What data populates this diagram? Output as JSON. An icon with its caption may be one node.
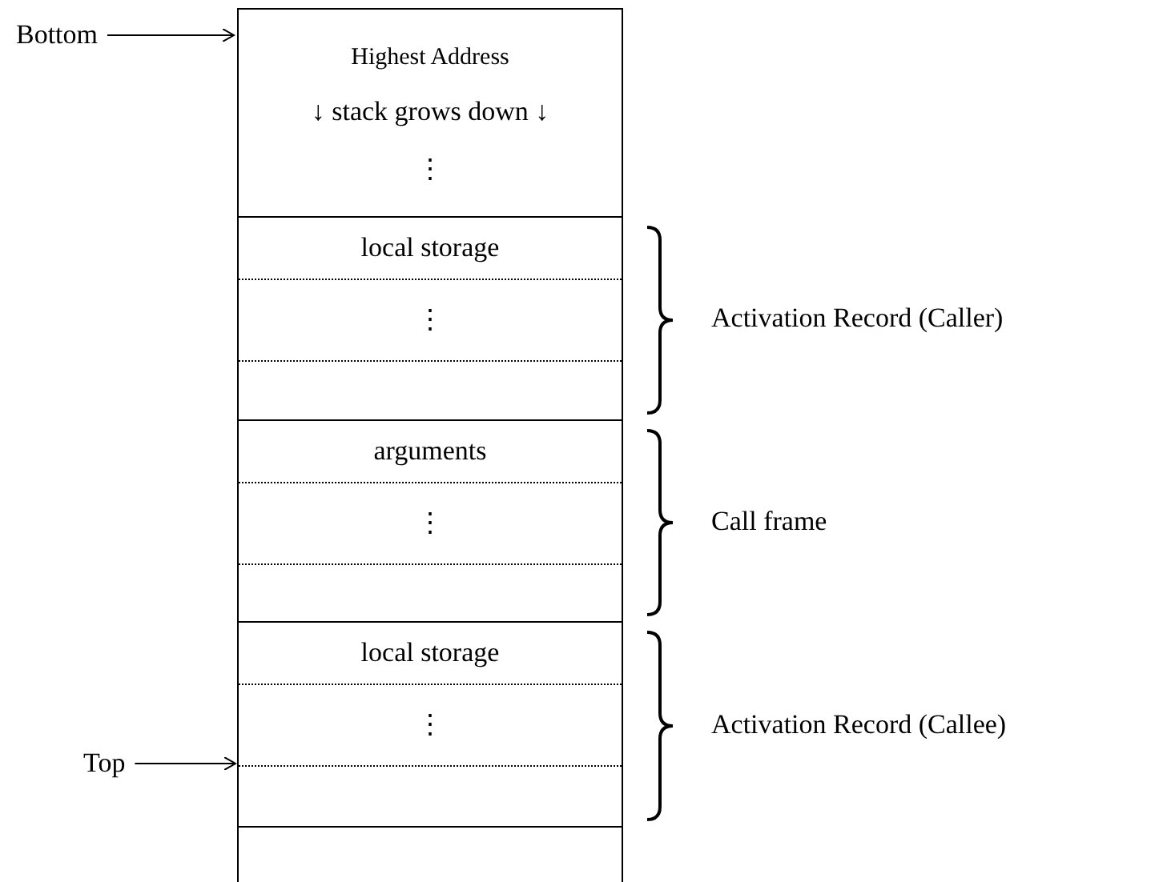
{
  "diagram": {
    "nodes": [
      {
        "text": [
          "Bottom"
        ]
      },
      {
        "text": [
          "Highest Address",
          "↓ stack grows down ↓",
          "⋮"
        ]
      },
      {
        "text": [],
        "shape": "box",
        "beside": [
          "Activation Record (Caller)"
        ]
      },
      {
        "text": [
          "local storage"
        ],
        "in": 2
      },
      {
        "text": [
          "⋮"
        ],
        "in": 2
      },
      {
        "text": [],
        "shape": "box",
        "in": 2
      },
      {
        "text": [],
        "shape": "box",
        "beside": [
          "Call frame"
        ]
      },
      {
        "text": [
          "arguments"
        ],
        "in": 6
      },
      {
        "text": [
          "⋮"
        ],
        "in": 6
      },
      {
        "text": [],
        "shape": "box",
        "in": 6
      },
      {
        "text": [],
        "shape": "box",
        "beside": [
          "Activation Record (Callee)"
        ]
      },
      {
        "text": [
          "local storage"
        ],
        "in": 10
      },
      {
        "text": [
          "⋮"
        ],
        "in": 10
      },
      {
        "text": [],
        "shape": "box",
        "in": 10
      },
      {
        "text": [
          "Top"
        ]
      },
      {
        "text": [],
        "shape": "box"
      }
    ],
    "edges": [
      {
        "from": 0,
        "to": 1,
        "arrow": "to"
      },
      {
        "from": 14,
        "to": 13,
        "arrow": "to"
      }
    ]
  }
}
